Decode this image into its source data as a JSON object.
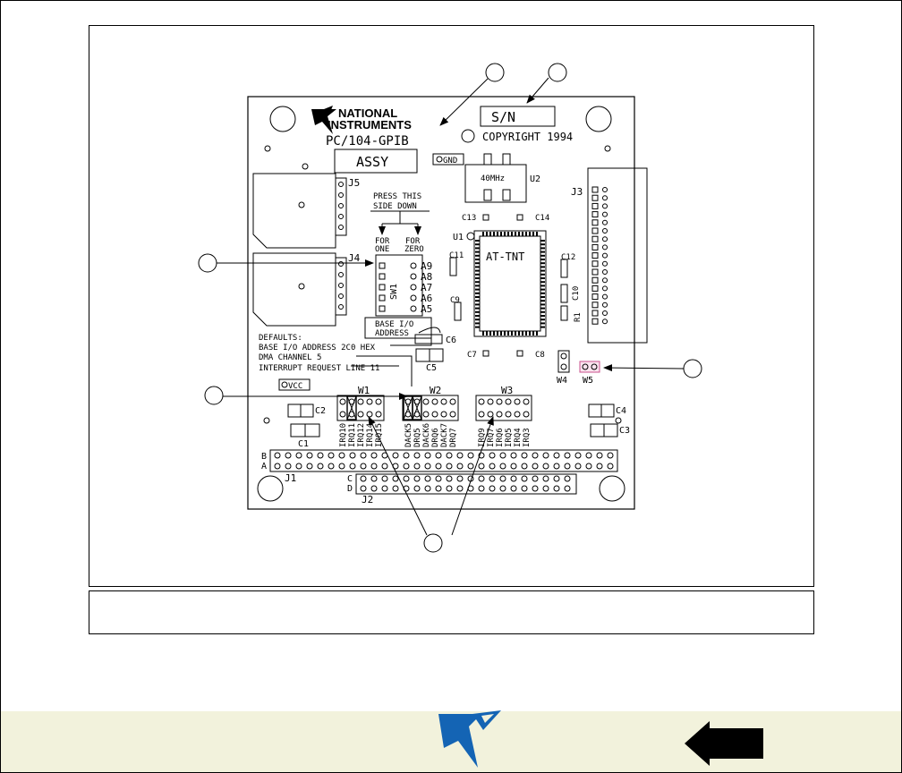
{
  "board": {
    "logo_line1": "NATIONAL",
    "logo_line2": "INSTRUMENTS",
    "model": "PC/104-GPIB",
    "serial": "S/N",
    "copyright": "COPYRIGHT 1994",
    "assy": "ASSY",
    "gnd": "GND",
    "crystal": "40MHz",
    "chip": "AT-TNT",
    "press1": "PRESS THIS",
    "press2": "SIDE DOWN",
    "for_one1": "FOR",
    "for_one2": "ONE",
    "for_zero1": "FOR",
    "for_zero2": "ZERO",
    "sw1": "SW1",
    "addr_bits": [
      "A9",
      "A8",
      "A7",
      "A6",
      "A5"
    ],
    "base_io1": "BASE I/O",
    "base_io2": "ADDRESS",
    "defaults": "DEFAULTS:",
    "default_base": "BASE I/O ADDRESS 2C0 HEX",
    "default_dma": "DMA CHANNEL 5",
    "default_irq": "INTERRUPT REQUEST LINE 11",
    "vcc": "VCC",
    "irq_w1": [
      "IRQ10",
      "IRQ11",
      "IRQ12",
      "IRQ14",
      "IRQ15"
    ],
    "dma_w2": [
      "DACK5",
      "DRQ5",
      "DACK6",
      "DRQ6",
      "DACK7",
      "DRQ7"
    ],
    "irq_w3": [
      "IRQ9",
      "IRQ7",
      "IRQ6",
      "IRQ5",
      "IRQ4",
      "IRQ3"
    ],
    "designators": {
      "u1": "U1",
      "u2": "U2",
      "j1": "J1",
      "j2": "J2",
      "j3": "J3",
      "j4": "J4",
      "j5": "J5",
      "w1": "W1",
      "w2": "W2",
      "w3": "W3",
      "w4": "W4",
      "w5": "W5",
      "c1": "C1",
      "c2": "C2",
      "c3": "C3",
      "c4": "C4",
      "c5": "C5",
      "c6": "C6",
      "c7": "C7",
      "c8": "C8",
      "c9": "C9",
      "c10": "C10",
      "c11": "C11",
      "c12": "C12",
      "c13": "C13",
      "c14": "C14",
      "r1": "R1",
      "row_a": "A",
      "row_b": "B",
      "row_c": "C",
      "row_d": "D"
    }
  },
  "colors": {
    "footer_bg": "#f2f2dc",
    "ni_blue": "#1464b4",
    "w5_pink": "#c8508c"
  }
}
